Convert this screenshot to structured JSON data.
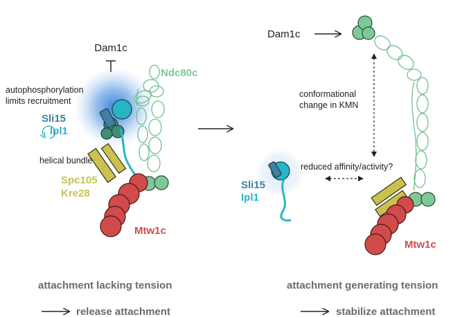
{
  "left_panel": {
    "dam1c": "Dam1c",
    "note_line1": "autophosphorylation",
    "note_line2": "limits recruitment",
    "sli15": "Sli15",
    "ipl1": "Ipl1",
    "helical": "helical bundle",
    "spc105": "Spc105",
    "kre28": "Kre28",
    "ndc80c": "Ndc80c",
    "mtw1c": "Mtw1c",
    "caption": "attachment lacking tension",
    "outcome": "release attachment"
  },
  "right_panel": {
    "dam1c": "Dam1c",
    "conf_line1": "conformational",
    "conf_line2": "change in KMN",
    "reduced": "reduced affinity/activity?",
    "sli15": "Sli15",
    "ipl1": "Ipl1",
    "mtw1c": "Mtw1c",
    "caption": "attachment generating tension",
    "outcome": "stabilize attachment"
  },
  "colors": {
    "text": "#222222",
    "caption_gray": "#6b6b6b",
    "ndc80_green": "#7ec99a",
    "ndc80_outline": "#6fbf8a",
    "mtw1_red": "#d04b4b",
    "spc105_olive": "#c9c24f",
    "ipl1_cyan": "#27b5c6",
    "sli15_blue": "#3f7fa0",
    "glow_blue": "#2f7fd6"
  },
  "icons": [
    "inhibition-bar-icon",
    "arrow-right-icon",
    "cycle-arrow-icon",
    "double-headed-dashed-arrow-icon"
  ]
}
